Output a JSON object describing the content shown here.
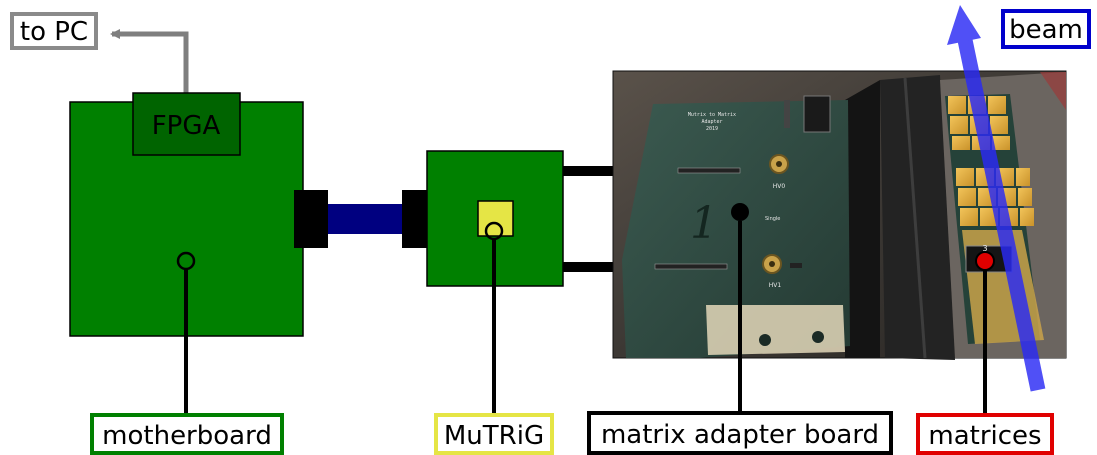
{
  "labels": {
    "to_pc": "to PC",
    "fpga": "FPGA",
    "beam": "beam",
    "motherboard": "motherboard",
    "mutrig": "MuTRiG",
    "adapter": "matrix adapter board",
    "matrices": "matrices"
  },
  "board_text": {
    "title": "Mutrix to Matrix",
    "subtitle": "Adapter",
    "year": "2019",
    "hv0": "HV0",
    "hv1": "HV1",
    "single": "Single",
    "handwritten": "1",
    "matrix_number": "3"
  },
  "colors": {
    "board_green": "#008000",
    "fpga_green": "#006400",
    "cable_blue": "#000080",
    "chip_yellow": "#e5e545",
    "beam_blue": "#2a2af5",
    "matrices_red": "#e00000",
    "to_pc_gray": "#7f7f7f",
    "photo_pcb": "#2d4a40"
  }
}
